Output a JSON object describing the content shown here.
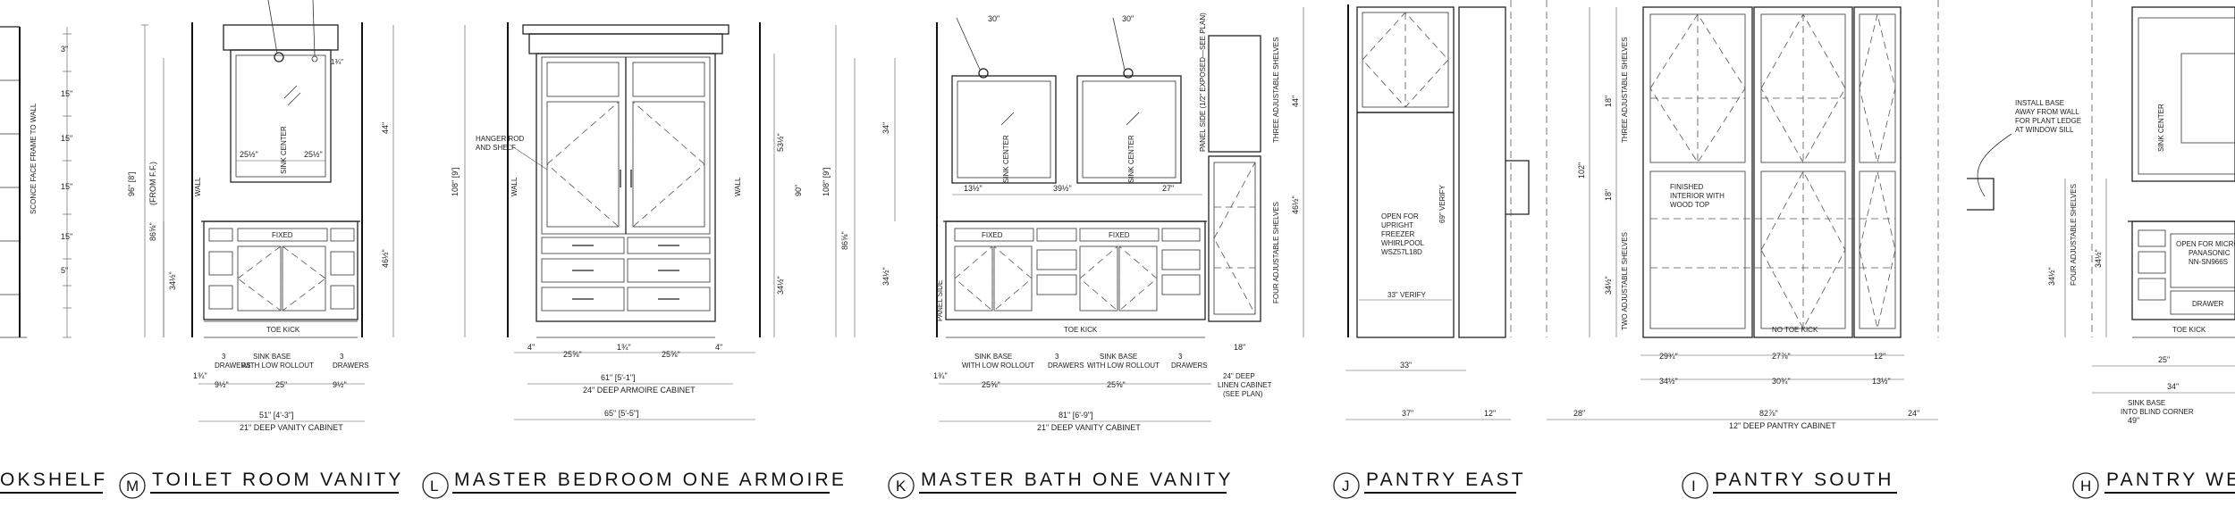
{
  "drawing": {
    "views": [
      {
        "code": "",
        "title": "OKSHELF"
      },
      {
        "code": "M",
        "title": "TOILET ROOM VANITY"
      },
      {
        "code": "L",
        "title": "MASTER BEDROOM ONE ARMOIRE"
      },
      {
        "code": "K",
        "title": "MASTER BATH ONE VANITY"
      },
      {
        "code": "J",
        "title": "PANTRY EAST"
      },
      {
        "code": "I",
        "title": "PANTRY SOUTH"
      },
      {
        "code": "H",
        "title": "PANTRY WE"
      }
    ]
  },
  "notes": {
    "sconce": "SCONCE FACE FRAME TO WALL",
    "wall": "WALL",
    "toe_kick": "TOE KICK",
    "fixed": "FIXED",
    "sink_center": "SINK CENTER",
    "from_ff": "(FROM F.F.)",
    "three_drawers": [
      "3",
      "DRAWERS"
    ],
    "sink_base": [
      "SINK BASE",
      "WITH LOW ROLLOUT"
    ],
    "vanity_m_total": "51\" [4'-3\"]",
    "vanity_m_sub": "21\" DEEP VANITY CABINET",
    "hanger": [
      "HANGER ROD",
      "AND SHELF"
    ],
    "armoire_total": "61\" [5'-1\"]",
    "armoire_sub": "24\" DEEP ARMOIRE CABINET",
    "armoire_outer": "65\" [5'-5\"]",
    "vanity_k_total": "81\" [6'-9\"]",
    "vanity_k_sub": "21\" DEEP VANITY CABINET",
    "panel_side": "PANEL SIDE",
    "panel_side_exposed": "PANEL SIDE (1/2\" EXPOSED—SEE PLAN)",
    "linen": [
      "24\" DEEP",
      "LINEN CABINET",
      "(SEE PLAN)"
    ],
    "four_adj": "FOUR ADJUSTABLE SHELVES",
    "three_adj": "THREE ADJUSTABLE SHELVES",
    "two_adj": "TWO ADJUSTABLE SHELVES",
    "open_for": [
      "OPEN FOR",
      "UPRIGHT",
      "FREEZER",
      "WHIRLPOOL",
      "WSZ57L18D"
    ],
    "verify": "33\" VERIFY",
    "verify_v": "69\" VERIFY",
    "finished": [
      "FINISHED",
      "INTERIOR WITH",
      "WOOD TOP"
    ],
    "no_toe_kick": "NO TOE KICK",
    "pantry_total": "82⅞\"",
    "pantry_sub": "12\" DEEP PANTRY CABINET",
    "install_base": [
      "INSTALL BASE",
      "AWAY FROM WALL",
      "FOR PLANT LEDGE",
      "AT WINDOW SILL"
    ],
    "open_microwave": [
      "OPEN FOR MICROWA",
      "PANASONIC",
      "NN-SN966S"
    ],
    "drawer": "DRAWER",
    "sink_base_blind": [
      "SINK BASE",
      "INTO BLIND CORNER"
    ]
  },
  "dims": {
    "d30": "30\"",
    "d25h": "25½\"",
    "d96": "96\" [8']",
    "d108": "108\" [9']",
    "d86": "86⅝\"",
    "d44": "44\"",
    "d34": "34\"",
    "d34h": "34½\"",
    "d46": "46½\"",
    "d53": "53½\"",
    "d90": "90\"",
    "d4": "4\"",
    "d25": "25\"",
    "d25q": "25⅝\"",
    "d1": "1¾\"",
    "d9": "9½\"",
    "d39": "39½\"",
    "d27": "27\"",
    "d18": "18\"",
    "d33": "33\"",
    "d37": "37\"",
    "d12": "12\"",
    "d28": "28\"",
    "d24": "24\"",
    "d29": "29¾\"",
    "d27b": "27⅞\"",
    "d30b": "30¾\"",
    "d13": "13½\"",
    "d102": "102\"",
    "d49": "49\"",
    "d3": "3\"",
    "d15": "15\"",
    "d5": "5\""
  }
}
